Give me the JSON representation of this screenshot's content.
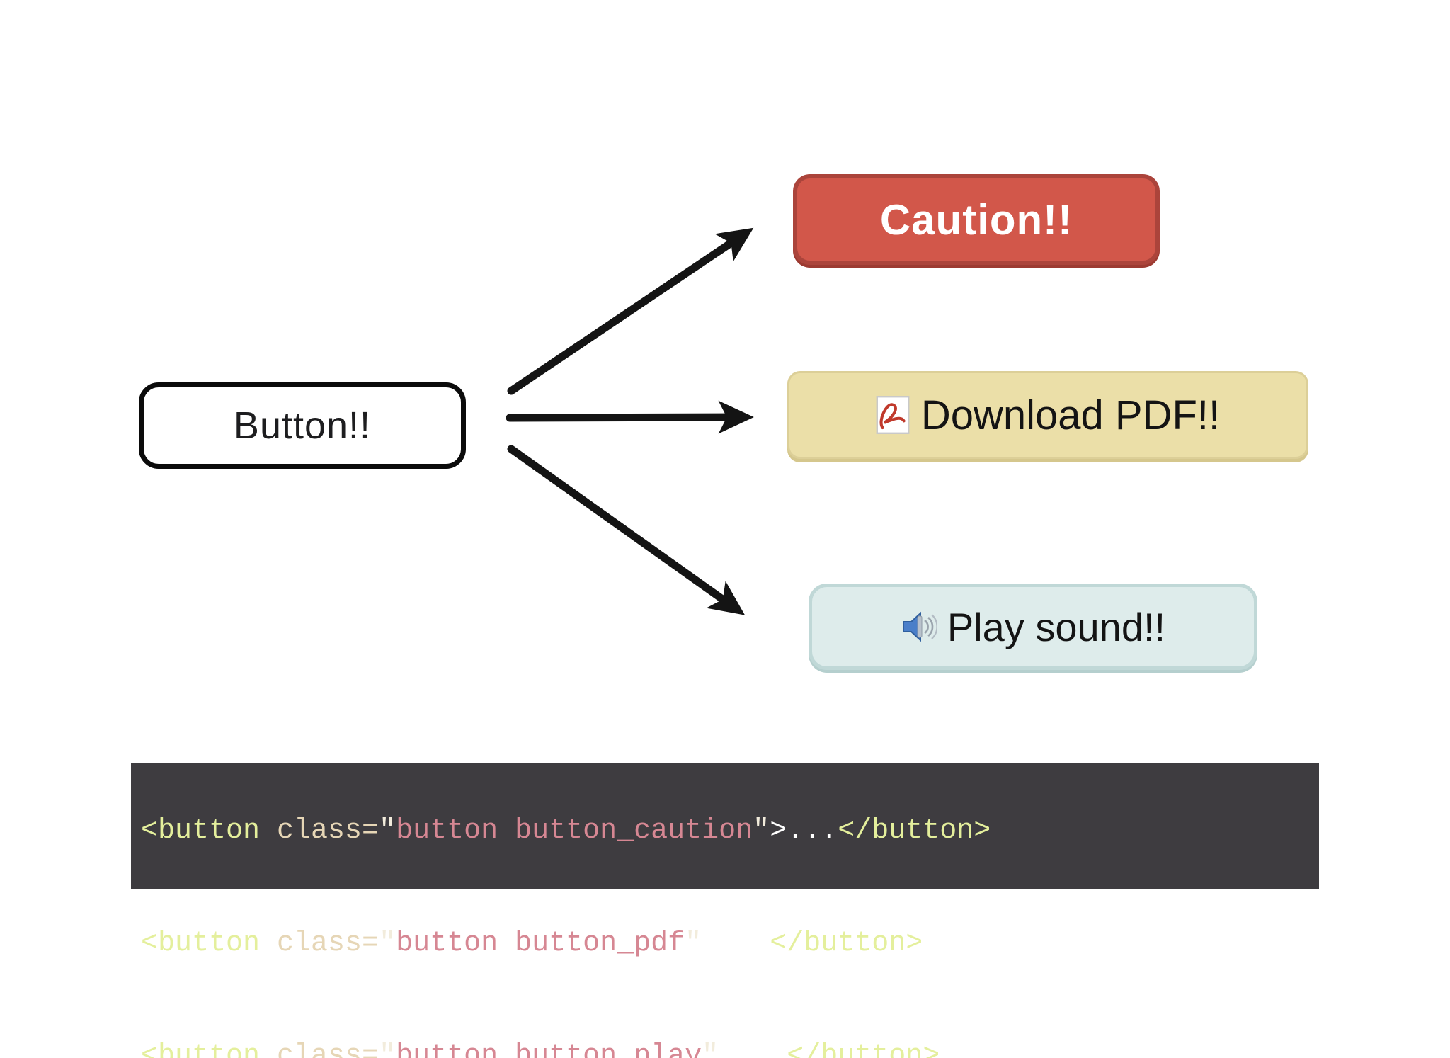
{
  "diagram": {
    "source_button": {
      "label": "Button!!"
    },
    "buttons": {
      "caution": {
        "label": "Caution!!",
        "bg": "#d2574a",
        "border": "#ab443b",
        "text_color": "#ffffff"
      },
      "pdf": {
        "label": "Download PDF!!",
        "bg": "#ebdfa8",
        "border": "#dccf98",
        "text_color": "#141414",
        "icon": "pdf-file-icon"
      },
      "play": {
        "label": "Play sound!!",
        "bg": "#deeceb",
        "border": "#c0d8d7",
        "text_color": "#141414",
        "icon": "speaker-icon"
      }
    },
    "arrow_color": "#141414"
  },
  "code_block": {
    "background": "#3e3c40",
    "colors": {
      "tag": "#e4ef9c",
      "attr": "#e6d6b6",
      "quote": "#f2ecdc",
      "string": "#d68793",
      "plain": "#ffffff"
    },
    "lines": [
      {
        "open": "<button",
        "attr": " class=",
        "q1": "\"",
        "str": "button button_caution",
        "q2": "\"",
        "mid": ">...",
        "close": "</button>"
      },
      {
        "open": "<button",
        "attr": " class=",
        "q1": "\"",
        "str": "button button_pdf",
        "q2": "\"",
        "mid": ">...",
        "close": "</button>"
      },
      {
        "open": "<button",
        "attr": " class=",
        "q1": "\"",
        "str": "button button_play",
        "q2": "\"",
        "mid": ">...",
        "close": "</button>"
      }
    ]
  }
}
